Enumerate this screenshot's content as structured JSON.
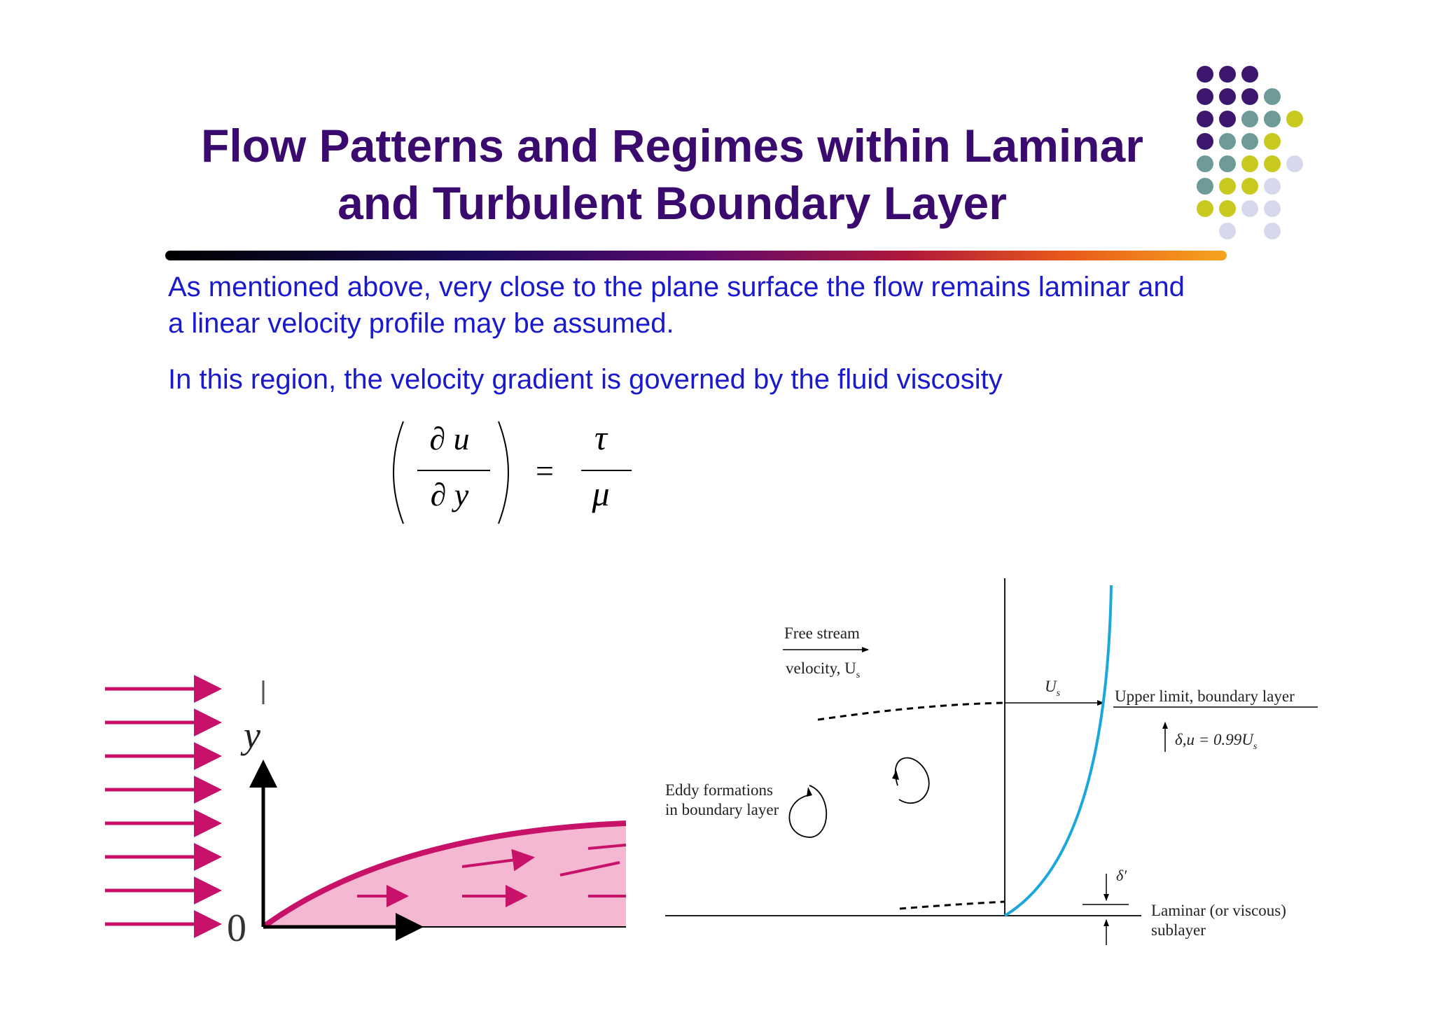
{
  "title": {
    "line1": "Flow Patterns and Regimes within Laminar",
    "line2": "and Turbulent Boundary Layer"
  },
  "paragraphs": {
    "p1_line1": "As mentioned above, very close to the plane surface the flow remains laminar and",
    "p1_line2": "a linear velocity profile may be assumed.",
    "p2": "In this region, the velocity gradient is governed by the fluid viscosity"
  },
  "equation": {
    "lhs_numerator": "∂ u",
    "lhs_denominator": "∂ y",
    "equals": "=",
    "rhs_numerator": "τ",
    "rhs_denominator": "μ"
  },
  "left_figure": {
    "y_label": "y",
    "origin_label": "0",
    "accent_color": "#c8126a",
    "fill_color": "#f5b8d2"
  },
  "right_figure": {
    "free_stream_line1": "Free stream",
    "free_stream_line2": "velocity, U",
    "free_stream_sub": "s",
    "us_label": "U",
    "us_sub": "s",
    "upper_limit": "Upper limit, boundary layer",
    "delta_label": "δ,u = 0.99U",
    "delta_sub": "s",
    "eddy_line1": "Eddy formations",
    "eddy_line2": "in boundary layer",
    "delta_prime": "δ′",
    "laminar_line1": "Laminar (or viscous)",
    "laminar_line2": "sublayer",
    "profile_color": "#1aa8dc"
  },
  "decor_colors": {
    "purple": "#3d1670",
    "teal": "#6e9a9a",
    "olive": "#c8c81e",
    "lavender": "#d8d8ec"
  }
}
